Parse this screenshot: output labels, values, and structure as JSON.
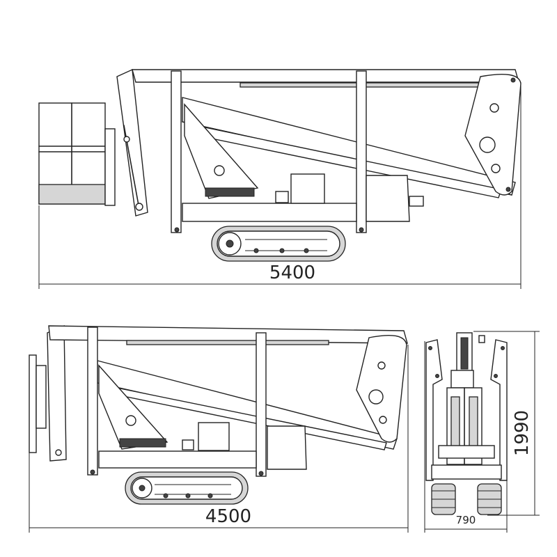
{
  "dimensions": {
    "extended_length": "5400",
    "stowed_length": "4500",
    "height": "1990",
    "width": "790"
  }
}
